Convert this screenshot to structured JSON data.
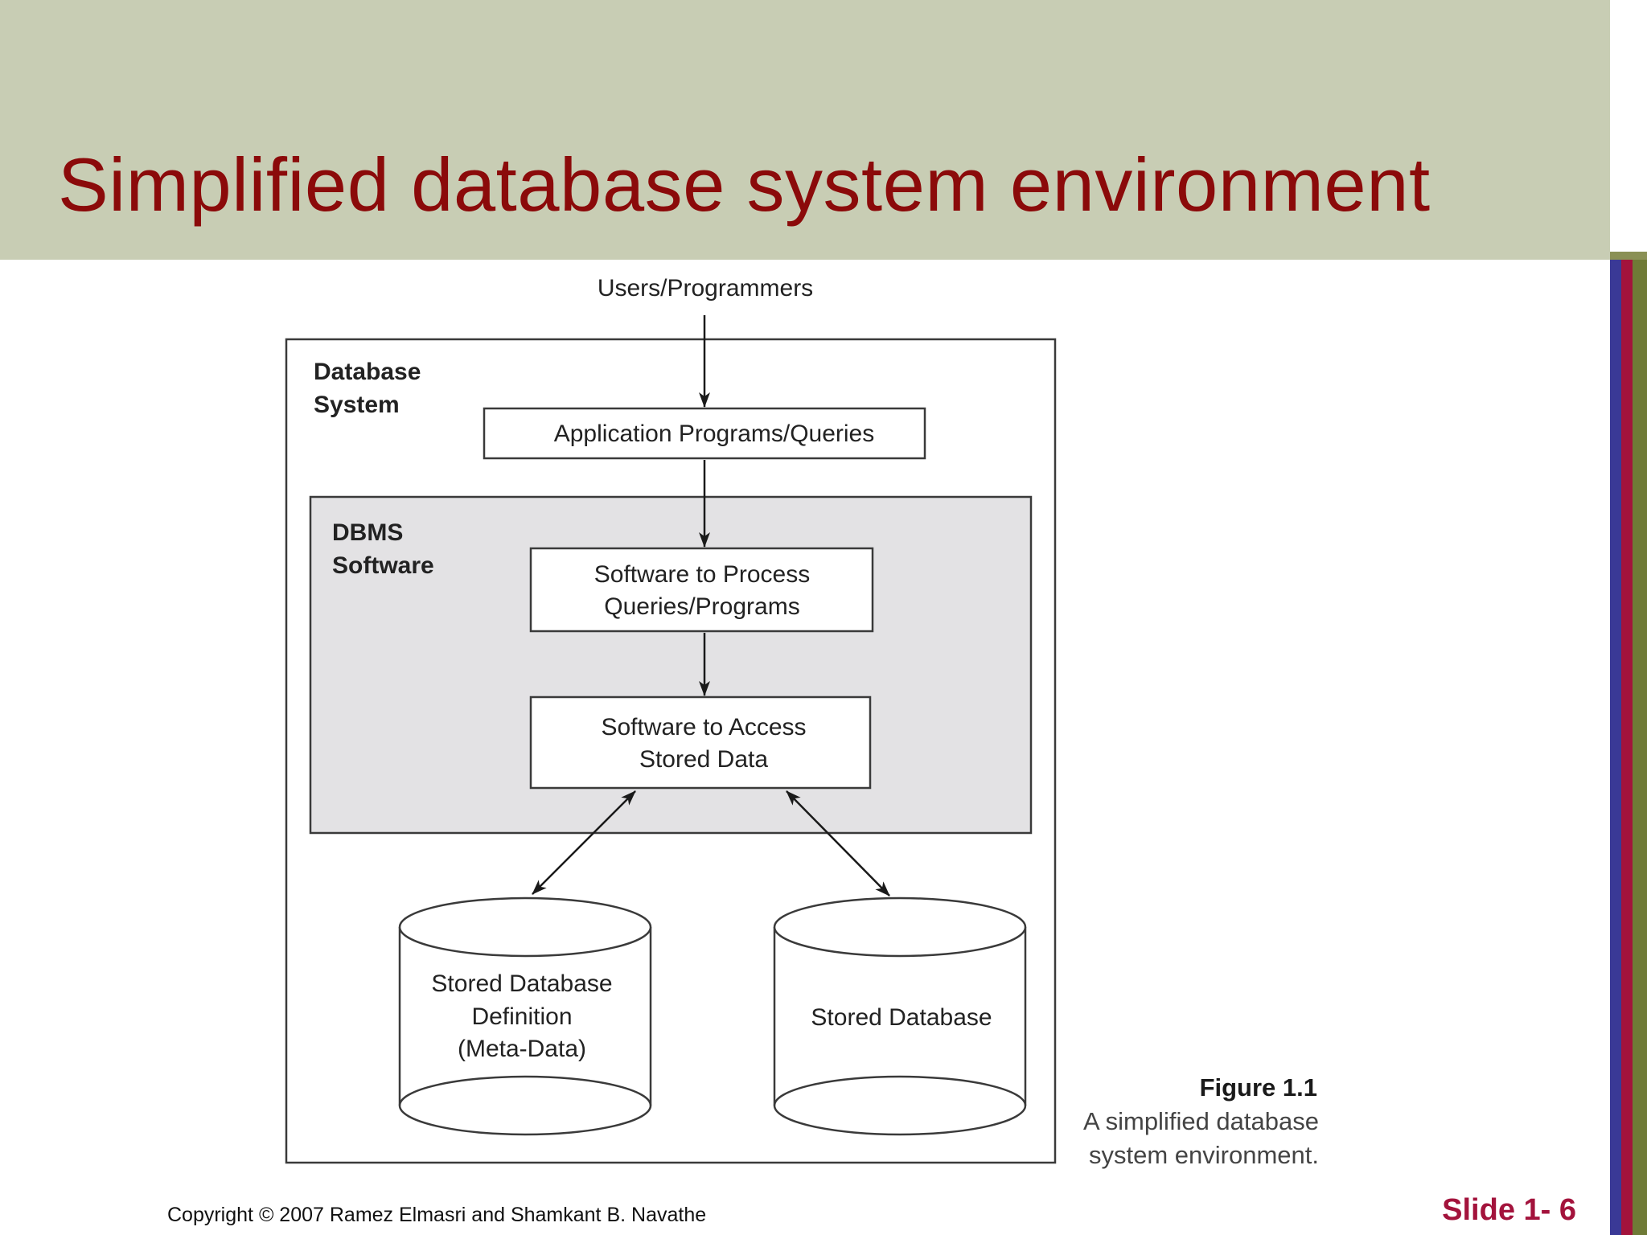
{
  "slide": {
    "title": "Simplified database system environment",
    "copyright": "Copyright © 2007 Ramez Elmasri and Shamkant B. Navathe",
    "slide_number": "Slide 1- 6"
  },
  "diagram": {
    "top_label": "Users/Programmers",
    "system_label_1": "Database",
    "system_label_2": "System",
    "app_box": "Application Programs/Queries",
    "dbms_label_1": "DBMS",
    "dbms_label_2": "Software",
    "process_line_1": "Software to Process",
    "process_line_2": "Queries/Programs",
    "access_line_1": "Software to Access",
    "access_line_2": "Stored Data",
    "meta_line_1": "Stored Database",
    "meta_line_2": "Definition",
    "meta_line_3": "(Meta-Data)",
    "stored_db": "Stored Database"
  },
  "figure_caption": {
    "title": "Figure 1.1",
    "line_1": "A simplified database",
    "line_2": "system environment."
  },
  "colors": {
    "header_band": "#c8cdb4",
    "title": "#8b0a0a",
    "slide_number": "#a3133c",
    "stripe_blue": "#3a3996",
    "stripe_red": "#a3133c",
    "stripe_olive": "#6f7a36",
    "dbms_fill": "#e3e2e4"
  }
}
